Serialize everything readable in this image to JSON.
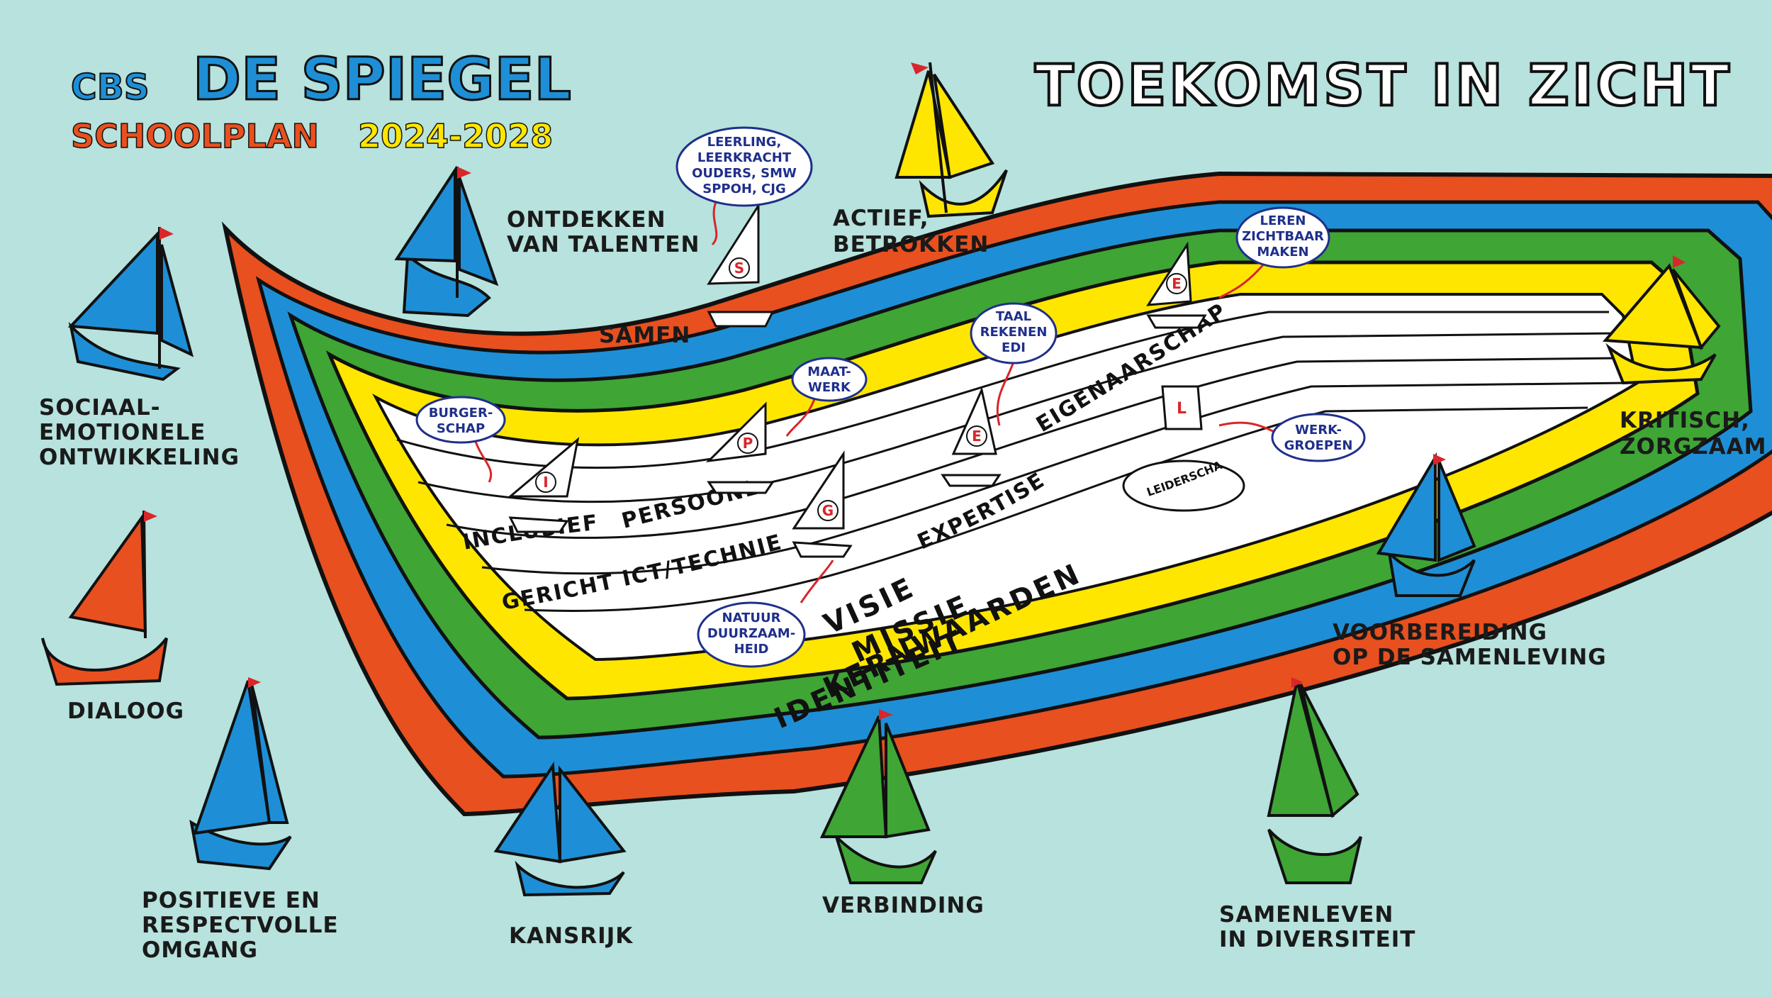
{
  "title": {
    "line1_prefix": "CBS",
    "line1_main": "DE SPIEGEL",
    "line2_word": "SCHOOLPLAN",
    "line2_years": "2024-2028"
  },
  "headline": "TOEKOMST IN ZICHT",
  "bands": {
    "identiteit": "IDENTITEIT",
    "kernwaarden": "KERNWAARDEN",
    "missie": "MISSIE",
    "visie": "VISIE"
  },
  "lanes": [
    "INCLUSIEF",
    "PERSOONLIJK",
    "GERICHT ICT/TECHNIEK",
    "EXPERTISE",
    "EIGENAARSCHAP"
  ],
  "leadership": "LEIDERSCHAP",
  "sail_letters": [
    "S",
    "I",
    "P",
    "G",
    "E",
    "E",
    "L"
  ],
  "bubbles": {
    "partners": [
      "LEERLING,",
      "LEERKRACHT",
      "OUDERS, SMW",
      "SPPOH, CJG"
    ],
    "burgerschap": [
      "BURGER-",
      "SCHAP"
    ],
    "maatwerk": [
      "MAAT-",
      "WERK"
    ],
    "taal": [
      "TAAL",
      "REKENEN",
      "EDI"
    ],
    "leren": [
      "LEREN",
      "ZICHTBAAR",
      "MAKEN"
    ],
    "werkgroepen": [
      "WERK-",
      "GROEPEN"
    ],
    "natuur": [
      "NATUUR",
      "DUURZAAM-",
      "HEID"
    ]
  },
  "outer_labels": {
    "ontdekken": [
      "ONTDEKKEN",
      "VAN TALENTEN"
    ],
    "actief": [
      "ACTIEF,",
      "BETROKKEN"
    ],
    "samen": "SAMEN",
    "sociaal": [
      "SOCIAAL-",
      "EMOTIONELE",
      "ONTWIKKELING"
    ],
    "kritisch": [
      "KRITISCH,",
      "ZORGZAAM"
    ],
    "dialoog": "DIALOOG",
    "voorbereiding": [
      "VOORBEREIDING",
      "OP DE SAMENLEVING"
    ],
    "positieve": [
      "POSITIEVE EN",
      "RESPECTVOLLE",
      "OMGANG"
    ],
    "kansrijk": "KANSRIJK",
    "verbinding": "VERBINDING",
    "samenleven": [
      "SAMENLEVEN",
      "IN DIVERSITEIT"
    ]
  },
  "colors": {
    "sea": "#b7e2dd",
    "orange": "#e8501f",
    "blue": "#1e8fd6",
    "green": "#3fa535",
    "yellow": "#ffe600",
    "navy": "#1f2f8a",
    "red_text": "#d9262a"
  }
}
